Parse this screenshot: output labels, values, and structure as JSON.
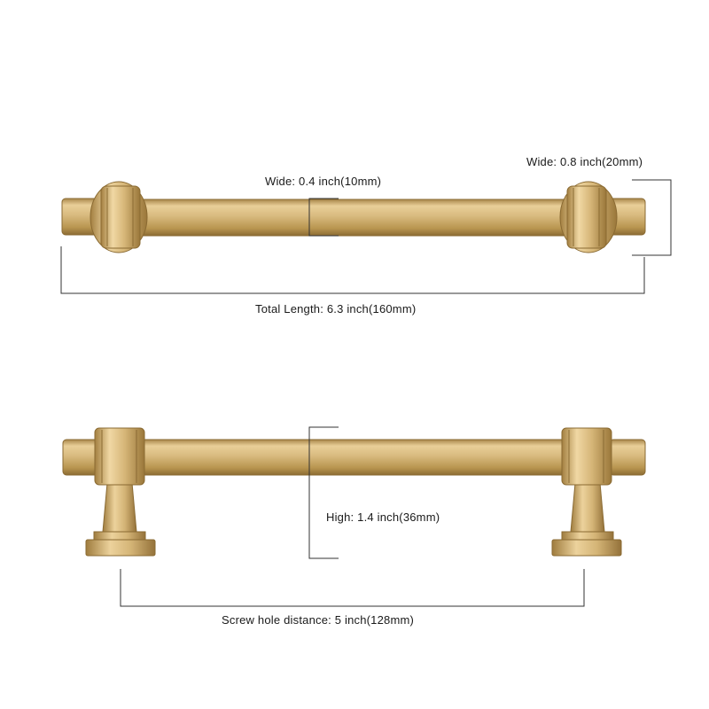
{
  "colors": {
    "gold_light": "#ecd49e",
    "gold_mid": "#cfae6c",
    "gold_dark": "#9c7a3c",
    "dimension_line": "#333333",
    "background": "#ffffff"
  },
  "top_view": {
    "bar_wide_label": "Wide: 0.4 inch(10mm)",
    "knob_wide_label": "Wide: 0.8 inch(20mm)",
    "total_length_label": "Total Length: 6.3 inch(160mm)"
  },
  "side_view": {
    "height_label": "High: 1.4 inch(36mm)",
    "screw_distance_label": "Screw hole distance: 5 inch(128mm)"
  }
}
